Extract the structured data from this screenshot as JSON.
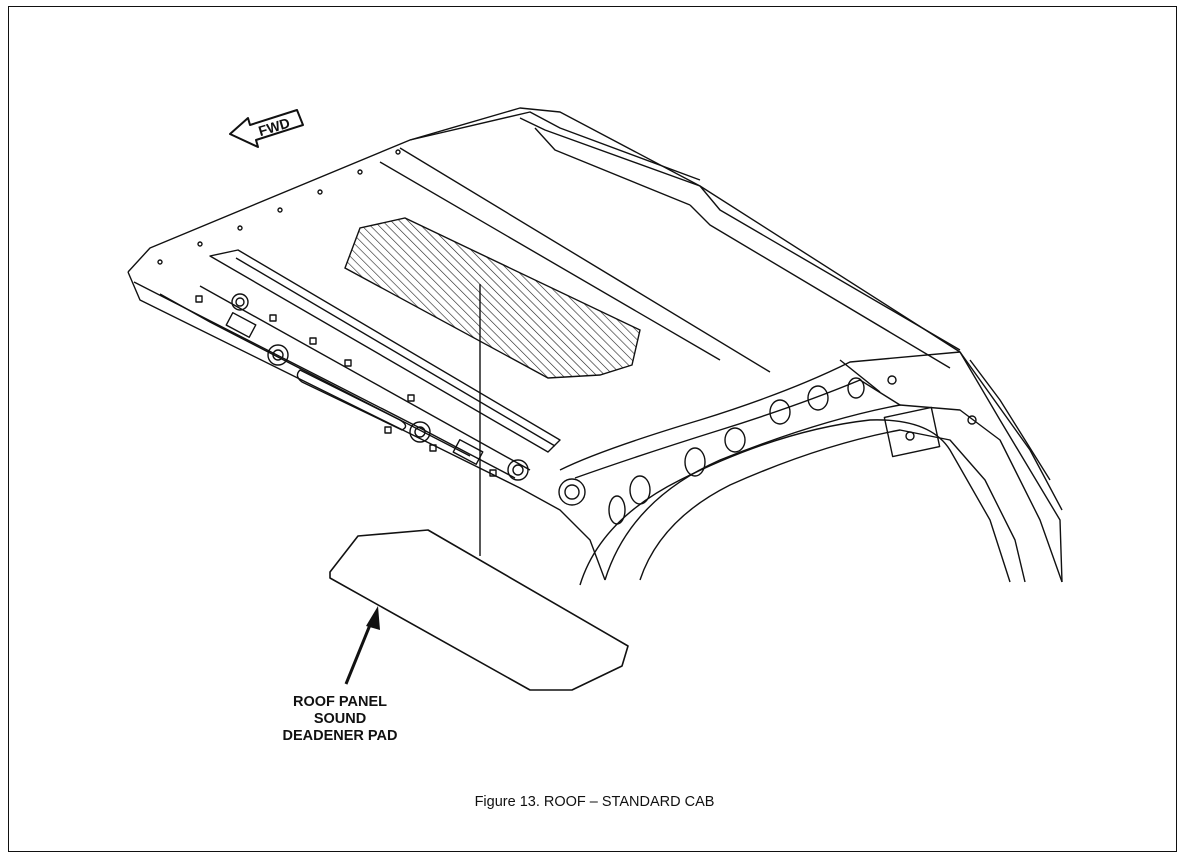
{
  "direction_label": "FWD",
  "callout": {
    "lines": [
      "ROOF PANEL",
      "SOUND",
      "DEADENER PAD"
    ]
  },
  "caption": "Figure 13.  ROOF – STANDARD CAB"
}
